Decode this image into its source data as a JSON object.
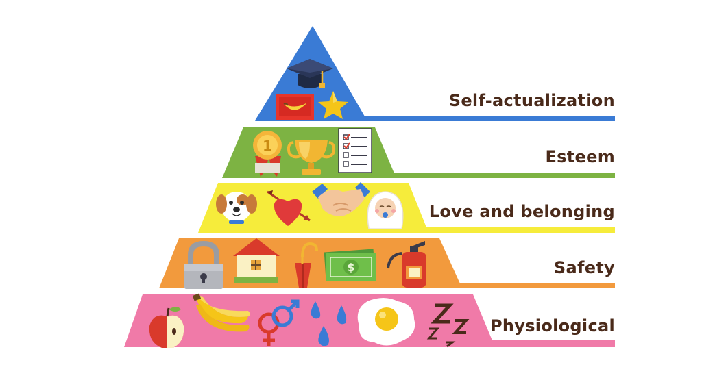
{
  "diagram": {
    "type": "pyramid",
    "levels": [
      {
        "label": "Self-actualization",
        "color": "#3a7bd5",
        "icons": [
          "graduation-cap-icon",
          "banana-painting-icon",
          "star-icon"
        ]
      },
      {
        "label": "Esteem",
        "color": "#7db343",
        "icons": [
          "medal-icon",
          "trophy-icon",
          "checklist-icon"
        ]
      },
      {
        "label": "Love and belonging",
        "color": "#f6ec3b",
        "icons": [
          "dog-icon",
          "heart-arrow-icon",
          "handshake-icon",
          "baby-icon"
        ]
      },
      {
        "label": "Safety",
        "color": "#f29a3d",
        "icons": [
          "padlock-icon",
          "house-icon",
          "umbrella-icon",
          "money-icon",
          "fire-extinguisher-icon"
        ]
      },
      {
        "label": "Physiological",
        "color": "#f07aa8",
        "icons": [
          "apple-icon",
          "bananas-icon",
          "gender-symbols-icon",
          "water-drops-icon",
          "fried-egg-icon",
          "sleep-z-icon"
        ]
      }
    ],
    "colors": {
      "text": "#4a2a1a",
      "background": "#ffffff"
    }
  }
}
